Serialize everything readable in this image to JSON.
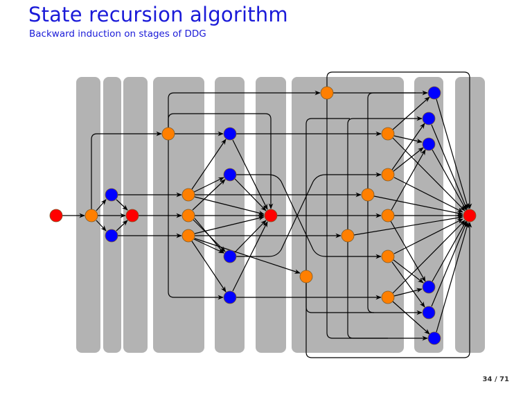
{
  "slide": {
    "title": "State recursion algorithm",
    "subtitle": "Backward induction on stages of DDG",
    "page_number": "34 / 71"
  },
  "colors": {
    "title": "#1a1ad8",
    "stage_band": "#b3b3b3",
    "red_node": "#ff0000",
    "orange_node": "#ff7f00",
    "blue_node": "#0000ff"
  },
  "graph": {
    "description": "Directed dynamic graph (DDG) with states grouped in stage bands",
    "stage_count": 9,
    "nodes": [
      {
        "id": "r1",
        "color": "red",
        "stage": 0
      },
      {
        "id": "o1",
        "color": "orange",
        "stage": 1
      },
      {
        "id": "b1",
        "color": "blue",
        "stage": 2
      },
      {
        "id": "b2",
        "color": "blue",
        "stage": 2
      },
      {
        "id": "r2",
        "color": "red",
        "stage": 3
      },
      {
        "id": "o2",
        "color": "orange",
        "stage": 4
      },
      {
        "id": "o3",
        "color": "orange",
        "stage": 4
      },
      {
        "id": "o4",
        "color": "orange",
        "stage": 4
      },
      {
        "id": "o5",
        "color": "orange",
        "stage": 4
      },
      {
        "id": "b3",
        "color": "blue",
        "stage": 5
      },
      {
        "id": "b4",
        "color": "blue",
        "stage": 5
      },
      {
        "id": "b5",
        "color": "blue",
        "stage": 5
      },
      {
        "id": "b6",
        "color": "blue",
        "stage": 5
      },
      {
        "id": "r3",
        "color": "red",
        "stage": 6
      },
      {
        "id": "o6",
        "color": "orange",
        "stage": 7
      },
      {
        "id": "o7",
        "color": "orange",
        "stage": 7
      },
      {
        "id": "o8",
        "color": "orange",
        "stage": 7
      },
      {
        "id": "o9",
        "color": "orange",
        "stage": 7
      },
      {
        "id": "o10",
        "color": "orange",
        "stage": 7
      },
      {
        "id": "o11",
        "color": "orange",
        "stage": 7
      },
      {
        "id": "o12",
        "color": "orange",
        "stage": 7
      },
      {
        "id": "o13",
        "color": "orange",
        "stage": 7
      },
      {
        "id": "o14",
        "color": "orange",
        "stage": 7
      },
      {
        "id": "b7",
        "color": "blue",
        "stage": 8
      },
      {
        "id": "b8",
        "color": "blue",
        "stage": 8
      },
      {
        "id": "b9",
        "color": "blue",
        "stage": 8
      },
      {
        "id": "b10",
        "color": "blue",
        "stage": 8
      },
      {
        "id": "b11",
        "color": "blue",
        "stage": 8
      },
      {
        "id": "b12",
        "color": "blue",
        "stage": 8
      },
      {
        "id": "r4",
        "color": "red",
        "stage": 9
      }
    ],
    "edges": [
      [
        "r1",
        "o1"
      ],
      [
        "o1",
        "b1"
      ],
      [
        "o1",
        "b2"
      ],
      [
        "o1",
        "r2"
      ],
      [
        "o1",
        "o2"
      ],
      [
        "b1",
        "r2"
      ],
      [
        "b2",
        "r2"
      ],
      [
        "b1",
        "o3"
      ],
      [
        "r2",
        "o4"
      ],
      [
        "b2",
        "o5"
      ],
      [
        "o2",
        "b3"
      ],
      [
        "o2",
        "o6"
      ],
      [
        "o2",
        "r3"
      ],
      [
        "o2",
        "b6"
      ],
      [
        "o3",
        "b3"
      ],
      [
        "o3",
        "b4"
      ],
      [
        "o3",
        "r3"
      ],
      [
        "o3",
        "o11"
      ],
      [
        "o4",
        "b4"
      ],
      [
        "o4",
        "r3"
      ],
      [
        "o4",
        "b5"
      ],
      [
        "o4",
        "b6"
      ],
      [
        "o4",
        "o12"
      ],
      [
        "o5",
        "b4"
      ],
      [
        "o5",
        "r3"
      ],
      [
        "o5",
        "b5"
      ],
      [
        "o5",
        "b6"
      ],
      [
        "o5",
        "o10"
      ],
      [
        "o5",
        "o13"
      ],
      [
        "b3",
        "r3"
      ],
      [
        "b4",
        "r3"
      ],
      [
        "b5",
        "r3"
      ],
      [
        "b6",
        "r3"
      ],
      [
        "b3",
        "o7"
      ],
      [
        "b4",
        "o14"
      ],
      [
        "b5",
        "o8"
      ],
      [
        "b6",
        "o12"
      ],
      [
        "r3",
        "o9"
      ],
      [
        "o6",
        "r4"
      ],
      [
        "o11",
        "r4"
      ],
      [
        "o10",
        "r4"
      ],
      [
        "o13",
        "b11"
      ],
      [
        "o13",
        "r4"
      ],
      [
        "o10",
        "b8"
      ],
      [
        "o11",
        "b7"
      ],
      [
        "o11",
        "b10"
      ],
      [
        "o7",
        "b7"
      ],
      [
        "o7",
        "b9"
      ],
      [
        "o7",
        "r4"
      ],
      [
        "o8",
        "b8"
      ],
      [
        "o8",
        "b9"
      ],
      [
        "o8",
        "r4"
      ],
      [
        "o9",
        "b9"
      ],
      [
        "o9",
        "b10"
      ],
      [
        "o9",
        "r4"
      ],
      [
        "o14",
        "b10"
      ],
      [
        "o14",
        "b11"
      ],
      [
        "o14",
        "r4"
      ],
      [
        "o12",
        "b10"
      ],
      [
        "o12",
        "b12"
      ],
      [
        "o12",
        "r4"
      ],
      [
        "b7",
        "r4"
      ],
      [
        "b8",
        "r4"
      ],
      [
        "b9",
        "r4"
      ],
      [
        "b10",
        "r4"
      ],
      [
        "b11",
        "r4"
      ],
      [
        "b12",
        "r4"
      ]
    ]
  }
}
